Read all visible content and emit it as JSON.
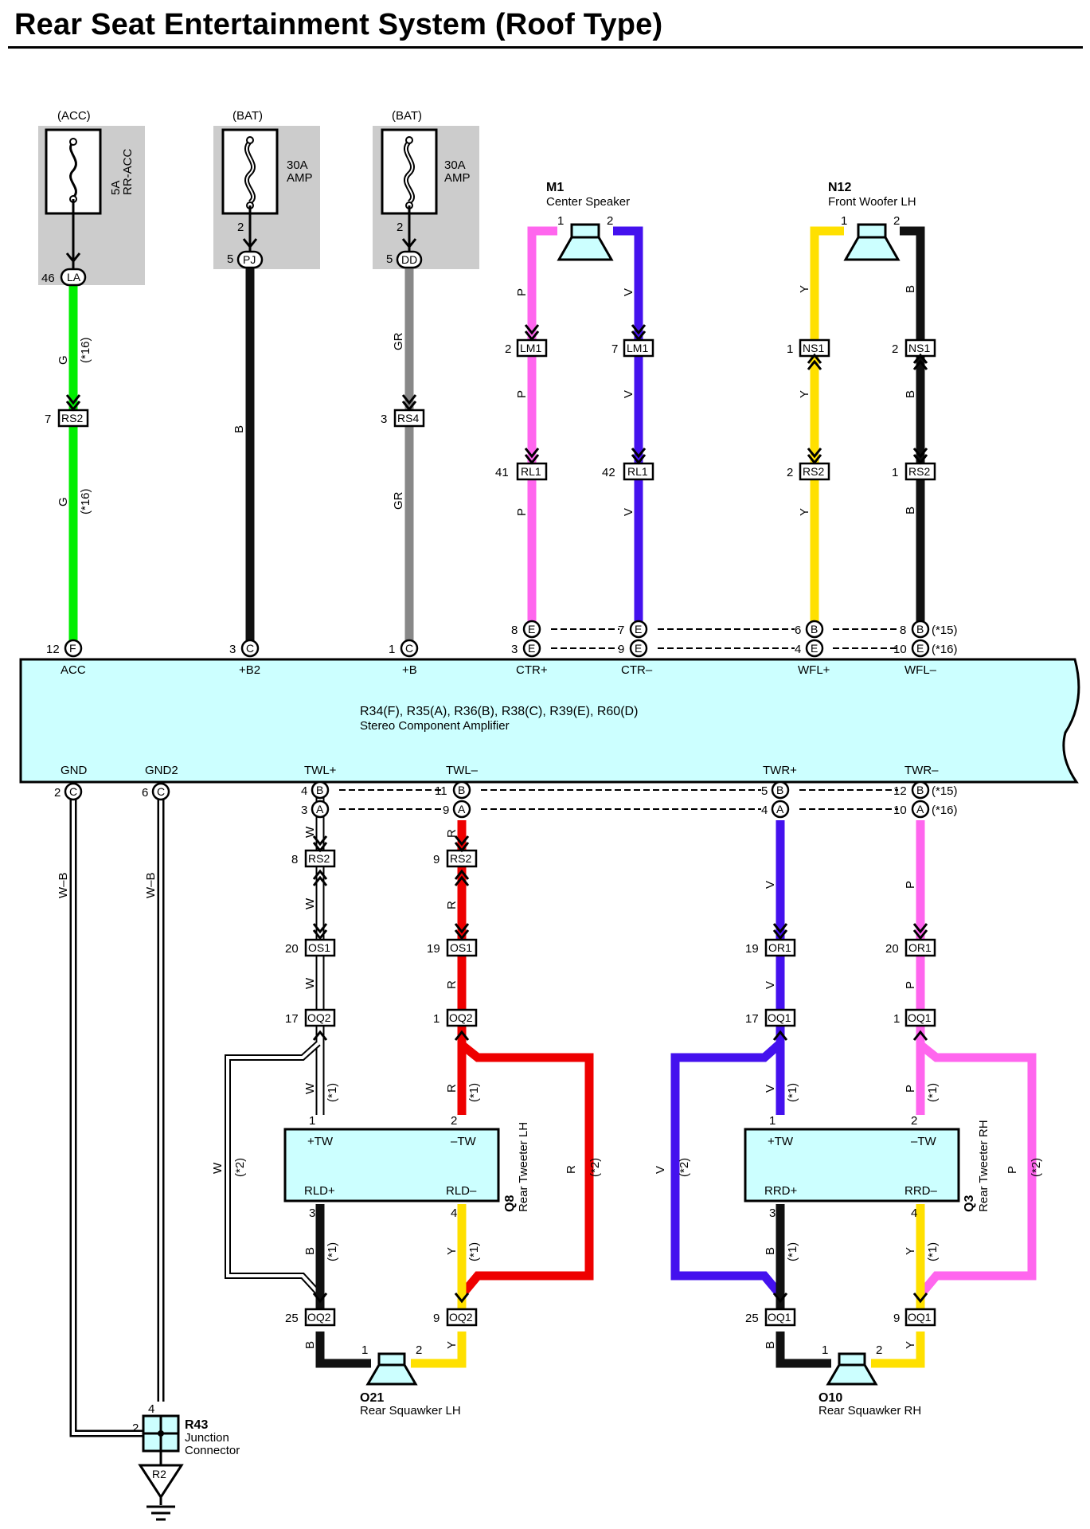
{
  "title": "Rear Seat Entertainment System (Roof Type)",
  "colors": {
    "green": "#00ee00",
    "black": "#111111",
    "gray": "#888888",
    "pink": "#ff66ee",
    "violet": "#4411ee",
    "yellow": "#ffe000",
    "red": "#ee0000",
    "white_wire": "#ffffff",
    "component_fill": "#ccffff",
    "fuse_bg": "#cccccc"
  },
  "fuses": [
    {
      "source": "(ACC)",
      "rating": "5A",
      "name": "RR-ACC",
      "pin": "46",
      "connector": "LA"
    },
    {
      "source": "(BAT)",
      "rating": "30A",
      "name": "AMP",
      "pin_top": "2",
      "pin": "5",
      "connector": "PJ"
    },
    {
      "source": "(BAT)",
      "rating": "30A",
      "name": "AMP",
      "pin_top": "2",
      "pin": "5",
      "connector": "DD"
    }
  ],
  "speakers_top": [
    {
      "code": "M1",
      "name": "Center Speaker",
      "pin1": "1",
      "pin2": "2"
    },
    {
      "code": "N12",
      "name": "Front Woofer LH",
      "pin1": "1",
      "pin2": "2"
    }
  ],
  "speakers_bottom": [
    {
      "code": "O21",
      "name": "Rear Squawker LH",
      "pin1": "1",
      "pin2": "2"
    },
    {
      "code": "O10",
      "name": "Rear Squawker RH",
      "pin1": "1",
      "pin2": "2"
    }
  ],
  "amplifier": {
    "connectors": "R34(F), R35(A), R36(B), R38(C), R39(E), R60(D)",
    "name": "Stereo Component Amplifier",
    "top_terminals": [
      "ACC",
      "+B2",
      "+B",
      "CTR+",
      "CTR–",
      "WFL+",
      "WFL–"
    ],
    "bottom_terminals": [
      "GND",
      "GND2",
      "TWL+",
      "TWL–",
      "TWR+",
      "TWR–"
    ]
  },
  "tweeters": [
    {
      "code": "Q8",
      "name": "Rear Tweeter LH",
      "t1": "+TW",
      "t2": "–TW",
      "t3": "RLD+",
      "t4": "RLD–"
    },
    {
      "code": "Q3",
      "name": "Rear Tweeter RH",
      "t1": "+TW",
      "t2": "–TW",
      "t3": "RRD+",
      "t4": "RRD–"
    }
  ],
  "junction": {
    "code": "R43",
    "name_line1": "Junction",
    "name_line2": "Connector",
    "ground": "R2",
    "pin_a": "4",
    "pin_b": "2"
  },
  "notes": {
    "n15": "(*15)",
    "n16": "(*16)",
    "n1": "(*1)",
    "n2": "(*2)"
  },
  "wire_codes": {
    "G": "G",
    "B": "B",
    "GR": "GR",
    "P": "P",
    "V": "V",
    "Y": "Y",
    "R": "R",
    "W": "W",
    "WB": "W–B"
  },
  "connectors": {
    "RS2": "RS2",
    "RS4": "RS4",
    "LM1": "LM1",
    "RL1": "RL1",
    "NS1": "NS1",
    "OS1": "OS1",
    "OQ2": "OQ2",
    "OR1": "OR1",
    "OQ1": "OQ1",
    "F": "F",
    "C": "C",
    "E": "E",
    "B": "B",
    "A": "A"
  },
  "pins": {
    "rs2_acc": "7",
    "rs4": "3",
    "lm1_p": "2",
    "lm1_v": "7",
    "rl1_p": "41",
    "rl1_v": "42",
    "ns1_y": "1",
    "ns1_b": "2",
    "rs2_y": "2",
    "rs2_b": "1",
    "acc": "12",
    "b2": "3",
    "b": "1",
    "ctrp_15": "8",
    "ctrp_16": "3",
    "ctrm_15": "7",
    "ctrm_16": "9",
    "wflp_15": "6",
    "wflp_16": "4",
    "wflm_15": "8",
    "wflm_16": "10",
    "gnd": "2",
    "gnd2": "6",
    "twlp_15": "4",
    "twlp_16": "3",
    "twlm_15": "11",
    "twlm_16": "9",
    "twrp_15": "5",
    "twrp_16": "4",
    "twrm_15": "12",
    "twrm_16": "10",
    "rs2_w": "8",
    "rs2_r": "9",
    "os1_w": "20",
    "os1_r": "19",
    "or1_v": "19",
    "or1_p": "20",
    "oq2_w": "17",
    "oq2_r": "1",
    "oq1_v": "17",
    "oq1_p": "1",
    "tw_1": "1",
    "tw_2": "2",
    "tw_3": "3",
    "tw_4": "4",
    "oq2_b": "25",
    "oq2_y": "9",
    "oq1_b": "25",
    "oq1_y": "9"
  }
}
